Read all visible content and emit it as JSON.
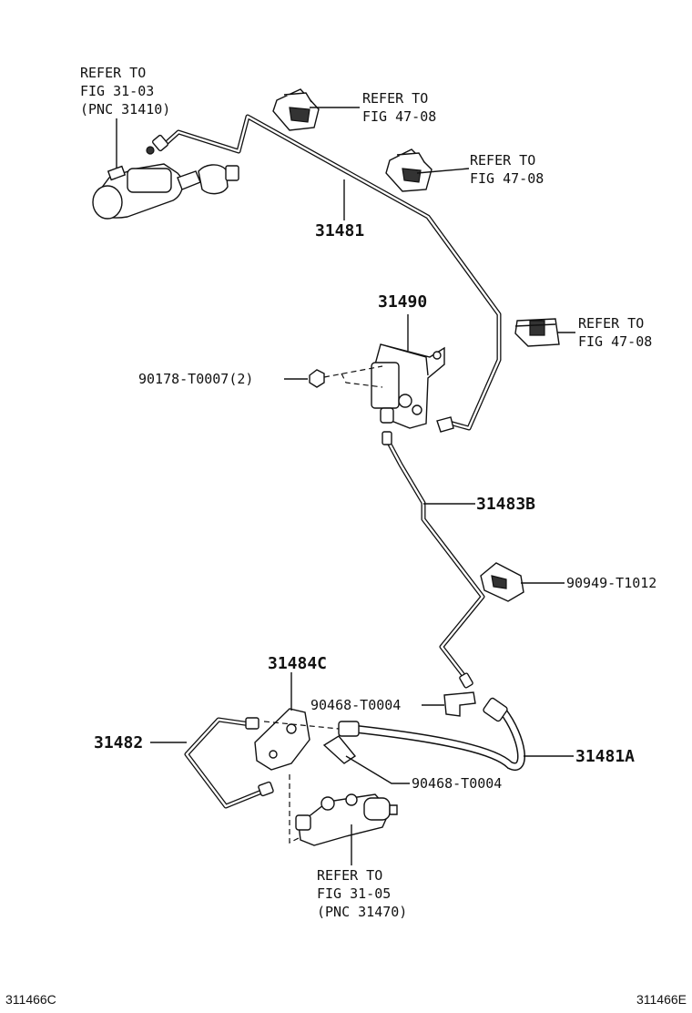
{
  "refs": {
    "fig3103": [
      "REFER TO",
      "FIG 31-03",
      "(PNC 31410)"
    ],
    "fig4708a": [
      "REFER TO",
      "FIG 47-08"
    ],
    "fig4708b": [
      "REFER TO",
      "FIG 47-08"
    ],
    "fig4708c": [
      "REFER TO",
      "FIG 47-08"
    ],
    "fig3105": [
      "REFER TO",
      "FIG 31-05",
      "(PNC 31470)"
    ]
  },
  "parts": {
    "p31481": "31481",
    "p31490": "31490",
    "p90178": "90178-T0007(2)",
    "p31483B": "31483B",
    "p90949": "90949-T1012",
    "p31484C": "31484C",
    "p90468a": "90468-T0004",
    "p31482": "31482",
    "p31481A": "31481A",
    "p90468b": "90468-T0004"
  },
  "footer": {
    "left": "311466C",
    "right": "311466E"
  }
}
